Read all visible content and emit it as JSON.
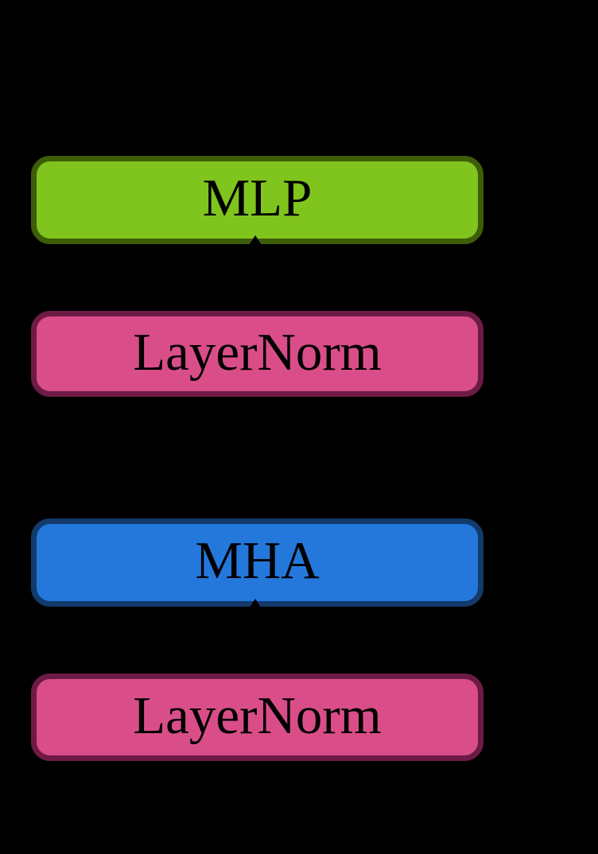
{
  "canvas": {
    "background": "#000000",
    "label_color": "#000000"
  },
  "diagram": {
    "type": "flow-diagram",
    "description": "transformer-block",
    "blocks": [
      {
        "id": "mlp",
        "label": "MLP",
        "fill": "#80C41E",
        "border": "#3E5D09"
      },
      {
        "id": "layernorm-top",
        "label": "LayerNorm",
        "fill": "#D94E88",
        "border": "#6E1A46"
      },
      {
        "id": "mha",
        "label": "MHA",
        "fill": "#2478DB",
        "border": "#123A6B"
      },
      {
        "id": "layernorm-bottom",
        "label": "LayerNorm",
        "fill": "#D94E88",
        "border": "#6E1A46"
      }
    ],
    "connectors": [
      {
        "from": "layernorm-top",
        "to": "mlp",
        "style": "arrow-up",
        "color": "#000000"
      },
      {
        "from": "layernorm-bottom",
        "to": "mha",
        "style": "arrow-up",
        "color": "#000000"
      }
    ]
  }
}
